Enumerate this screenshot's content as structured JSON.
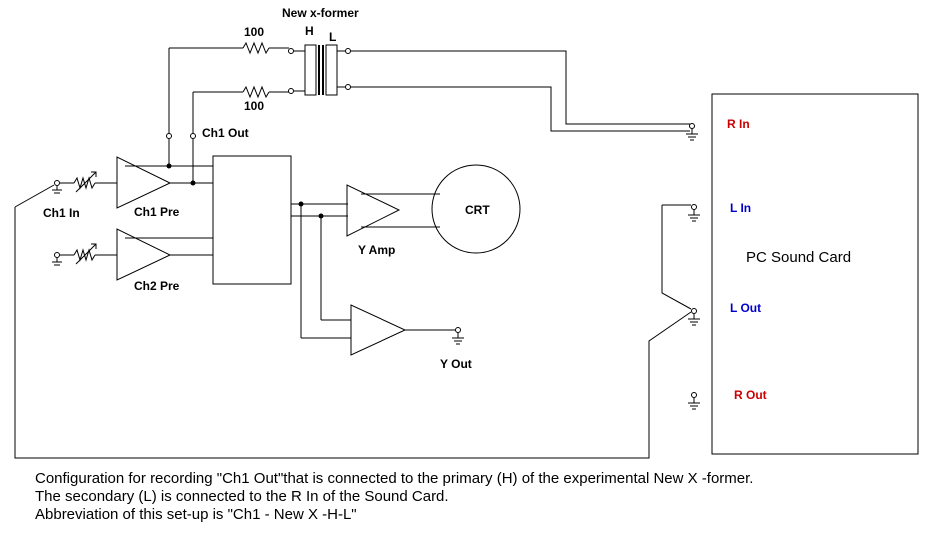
{
  "labels": {
    "xformer": "New x-former",
    "h": "H",
    "l": "L",
    "r_top": "100",
    "r_bottom": "100",
    "ch1_out": "Ch1 Out",
    "ch1_in": "Ch1 In",
    "ch1_pre": "Ch1 Pre",
    "ch2_pre": "Ch2 Pre",
    "crt": "CRT",
    "y_amp": "Y Amp",
    "y_out": "Y Out",
    "sound_card": "PC Sound Card",
    "r_in": "R In",
    "l_in": "L In",
    "l_out": "L Out",
    "r_out": "R Out"
  },
  "caption": {
    "line1": "Configuration for recording \"Ch1 Out\"that is connected to the primary (H) of the experimental  New X -former.",
    "line2": "The secondary (L) is connected to the R In of the Sound Card.",
    "line3": "Abbreviation of this set-up is \"Ch1 - New X -H-L\""
  },
  "colors": {
    "r_label": "#cc0000",
    "l_label": "#0000cc"
  }
}
